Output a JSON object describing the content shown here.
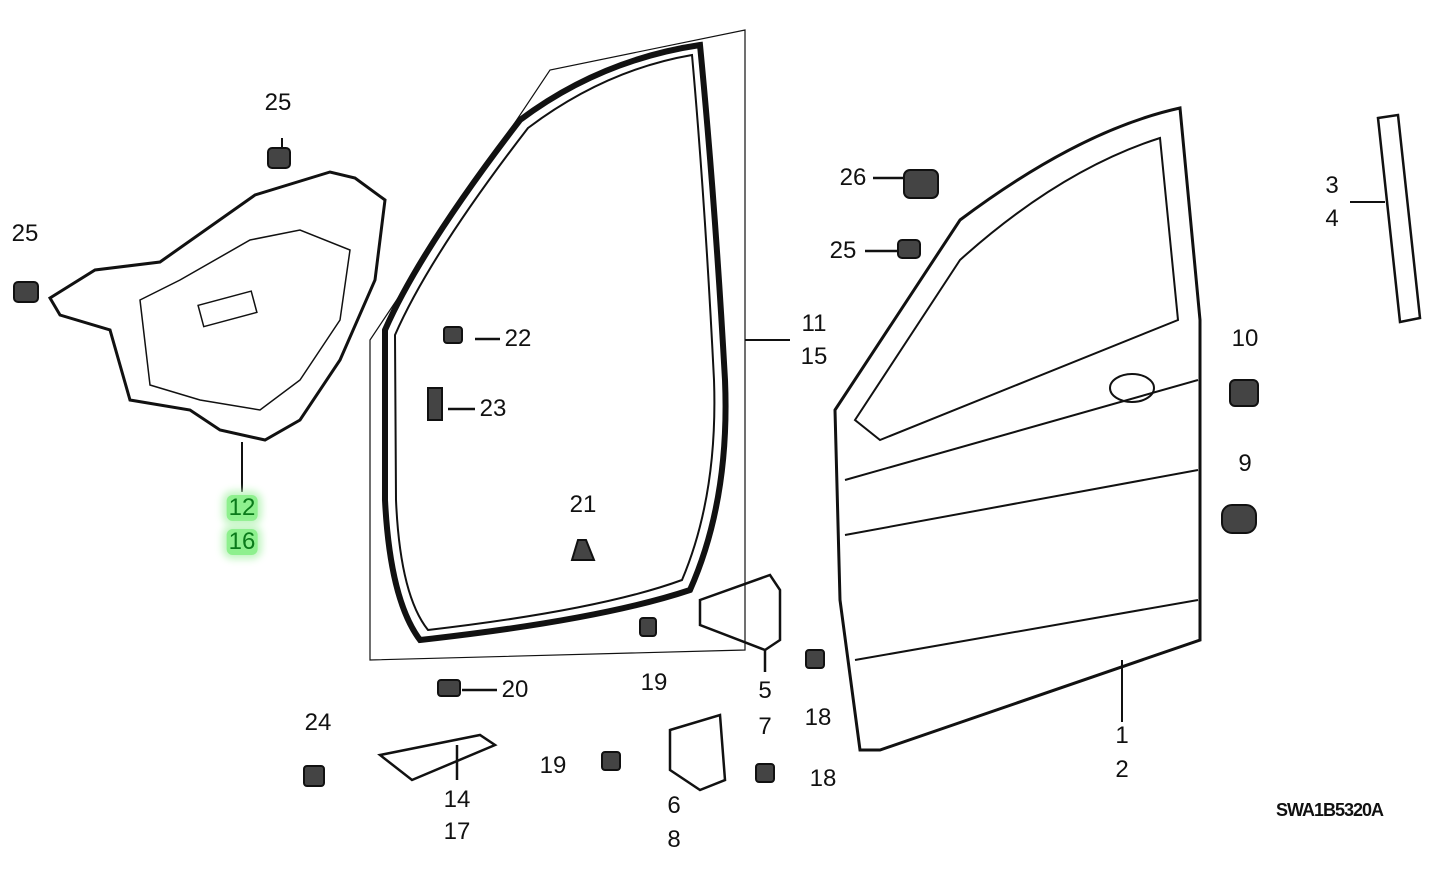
{
  "diagram_code": "SWA1B5320A",
  "highlight_color": "#8ef08e",
  "callouts": [
    {
      "id": "25a",
      "text": "25"
    },
    {
      "id": "25b",
      "text": "25"
    },
    {
      "id": "12",
      "text": "12"
    },
    {
      "id": "16",
      "text": "16"
    },
    {
      "id": "22",
      "text": "22"
    },
    {
      "id": "23",
      "text": "23"
    },
    {
      "id": "21",
      "text": "21"
    },
    {
      "id": "11",
      "text": "11"
    },
    {
      "id": "15",
      "text": "15"
    },
    {
      "id": "26",
      "text": "26"
    },
    {
      "id": "25c",
      "text": "25"
    },
    {
      "id": "3",
      "text": "3"
    },
    {
      "id": "4",
      "text": "4"
    },
    {
      "id": "10",
      "text": "10"
    },
    {
      "id": "9",
      "text": "9"
    },
    {
      "id": "20",
      "text": "20"
    },
    {
      "id": "24",
      "text": "24"
    },
    {
      "id": "14",
      "text": "14"
    },
    {
      "id": "17",
      "text": "17"
    },
    {
      "id": "19a",
      "text": "19"
    },
    {
      "id": "5",
      "text": "5"
    },
    {
      "id": "7",
      "text": "7"
    },
    {
      "id": "18a",
      "text": "18"
    },
    {
      "id": "19b",
      "text": "19"
    },
    {
      "id": "6",
      "text": "6"
    },
    {
      "id": "8",
      "text": "8"
    },
    {
      "id": "18b",
      "text": "18"
    },
    {
      "id": "1",
      "text": "1"
    },
    {
      "id": "2",
      "text": "2"
    }
  ]
}
